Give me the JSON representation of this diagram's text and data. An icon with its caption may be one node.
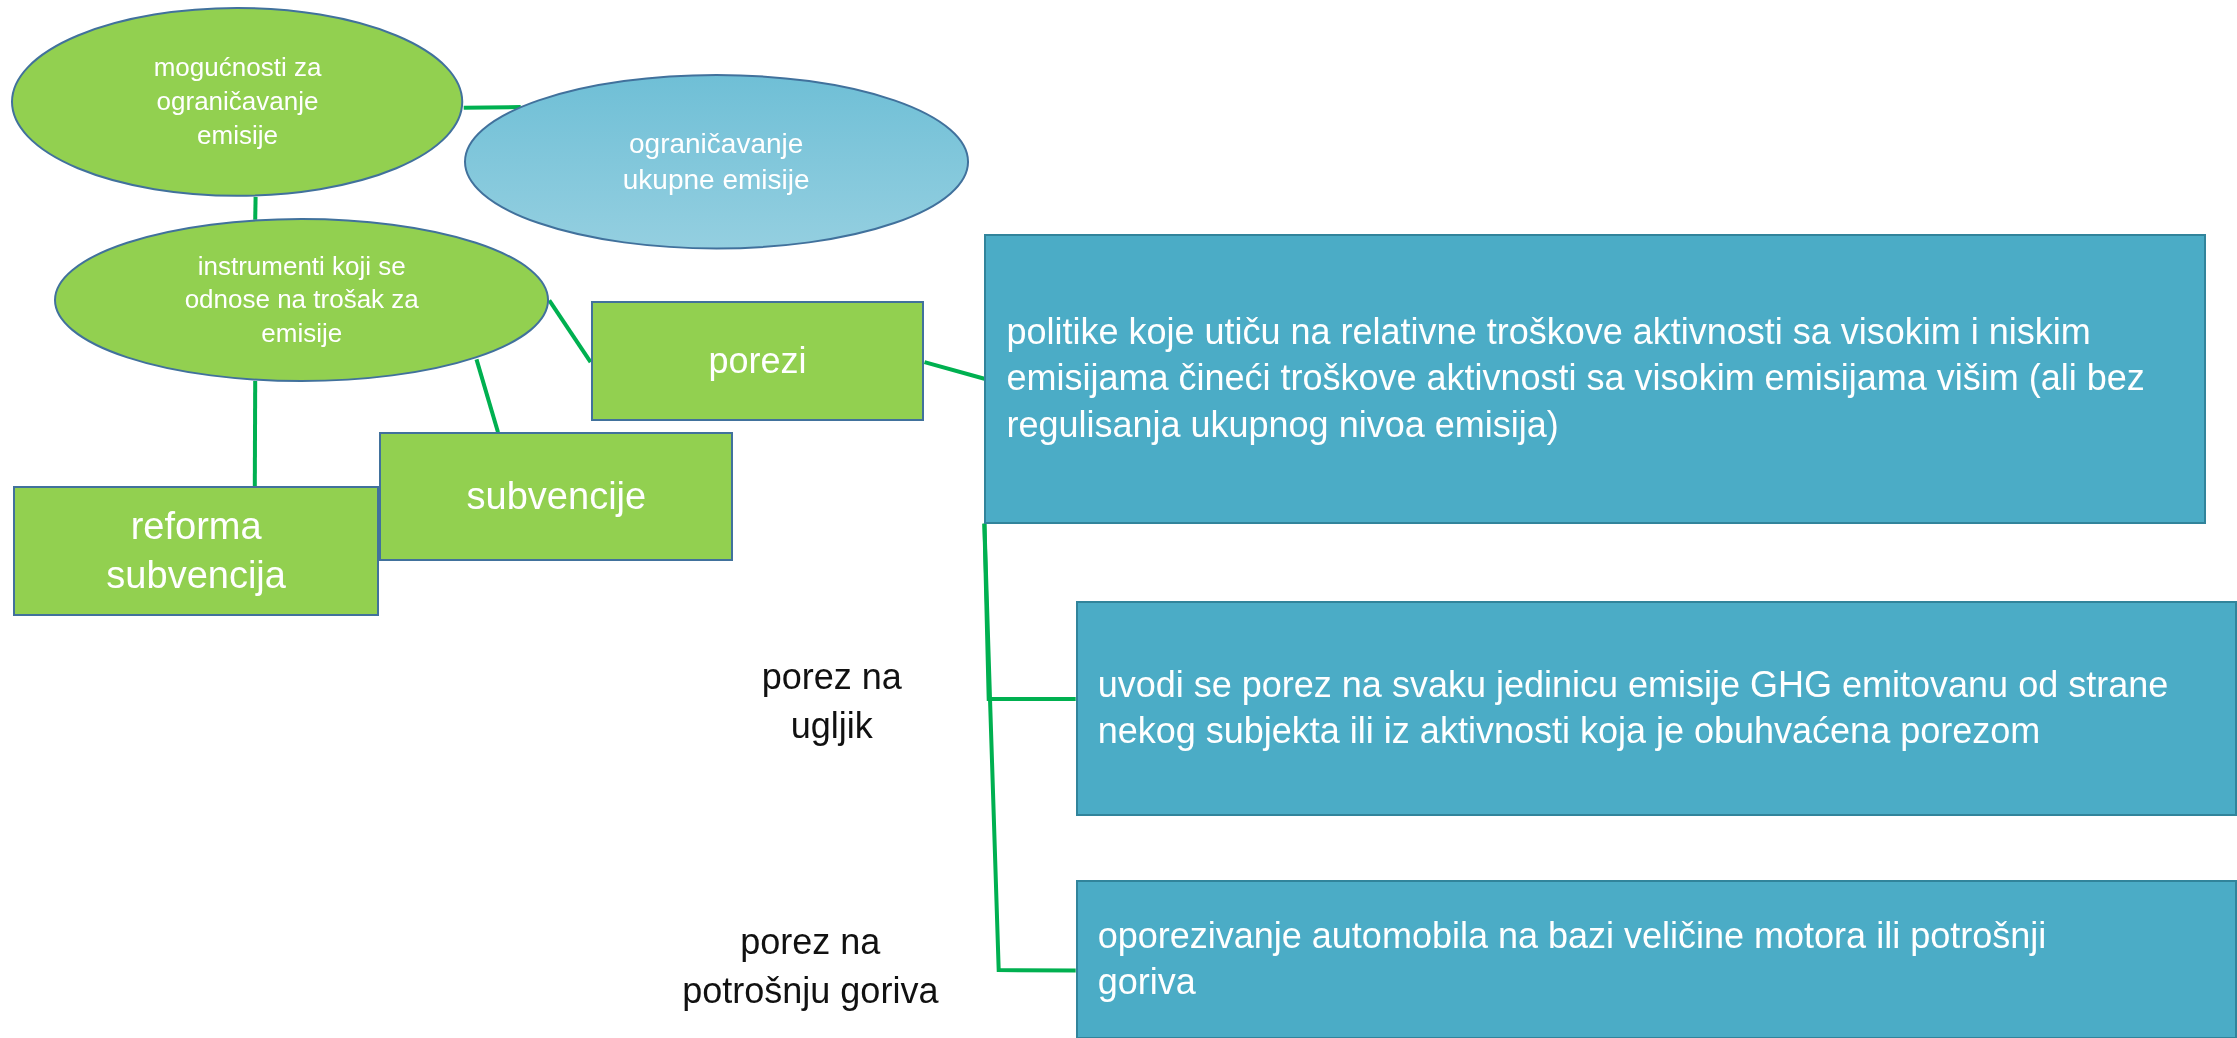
{
  "diagram": {
    "nodes": [
      {
        "text": [
          "mogućnosti za ograničavanje emisije"
        ]
      },
      {
        "text": [
          "ograničavanje ukupne emisije"
        ]
      },
      {
        "text": [
          "instrumenti koji se odnose na trošak za emisije"
        ]
      },
      {
        "text": [
          "porezi"
        ]
      },
      {
        "text": [
          "subvencije"
        ]
      },
      {
        "text": [
          "reforma subvencija"
        ]
      },
      {
        "text": [
          "politike koje utiču na relativne troškove aktivnosti sa visokim i niskim emisijama čineći troškove aktivnosti sa visokim emisijama višim (ali bez regulisanja ukupnog nivoa emisija)"
        ]
      },
      {
        "text": [
          "uvodi se porez na svaku jedinicu emisije GHG emitovanu od strane nekog subjekta ili iz aktivnosti koja je obuhvaćena porezom"
        ]
      },
      {
        "text": [
          "oporezivanje automobila na bazi veličine motora ili potrošnji goriva"
        ]
      }
    ],
    "edges": [
      {
        "from": 0,
        "to": 1,
        "arrow": "none"
      },
      {
        "from": 0,
        "to": 2,
        "arrow": "none"
      },
      {
        "from": 2,
        "to": 3,
        "arrow": "none"
      },
      {
        "from": 2,
        "to": 4,
        "arrow": "none"
      },
      {
        "from": 2,
        "to": 5,
        "arrow": "none"
      },
      {
        "from": 3,
        "to": 6,
        "arrow": "none"
      },
      {
        "from": 6,
        "to": 7,
        "arrow": "none",
        "label": "porez na ugljik"
      },
      {
        "from": 6,
        "to": 8,
        "arrow": "none",
        "label": "porez na potrošnju goriva"
      }
    ]
  }
}
